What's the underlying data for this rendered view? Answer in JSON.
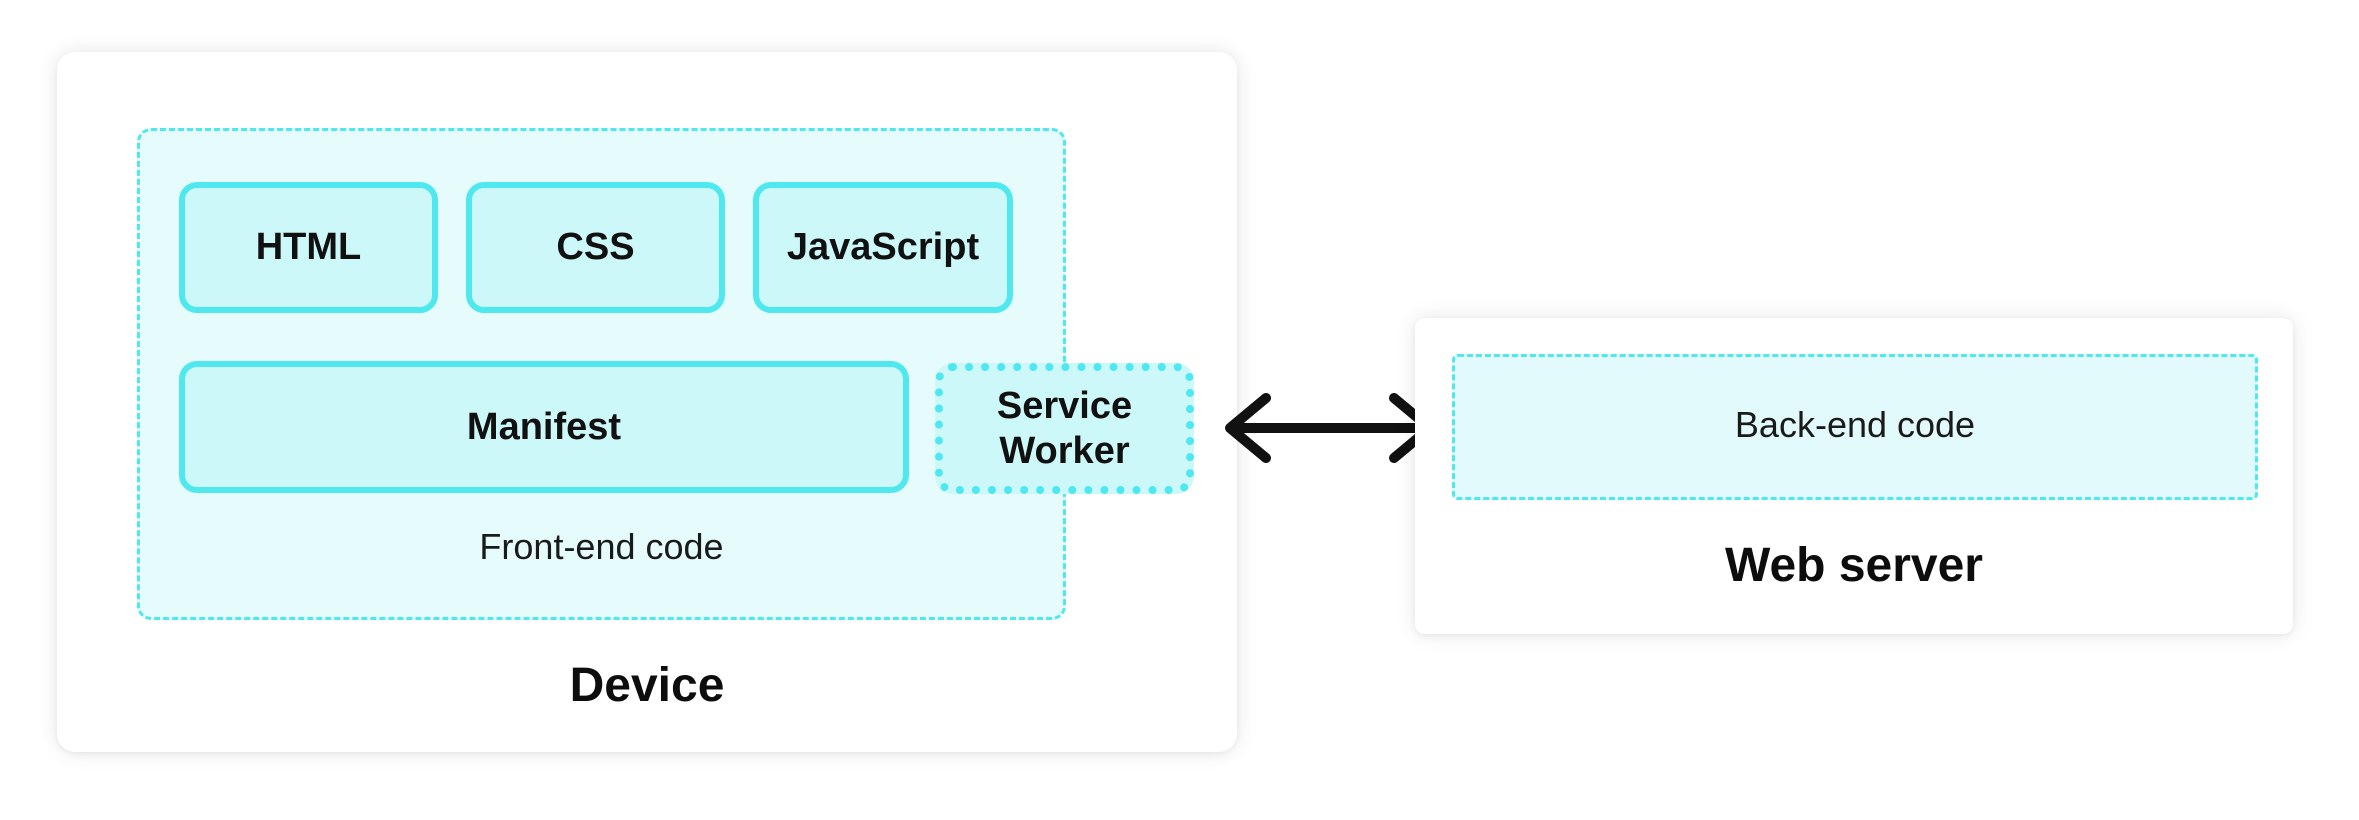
{
  "device": {
    "title": "Device",
    "frontend_label": "Front-end code",
    "blocks": {
      "html": "HTML",
      "css": "CSS",
      "javascript": "JavaScript",
      "manifest": "Manifest",
      "service_worker": "Service Worker"
    }
  },
  "server": {
    "title": "Web server",
    "backend_label": "Back-end code"
  },
  "connector": {
    "type": "bidirectional-arrow",
    "color": "#111111"
  },
  "colors": {
    "accent_border": "#4ee8ee",
    "block_fill": "#ccf8fa",
    "region_fill": "#e6fbfc"
  }
}
